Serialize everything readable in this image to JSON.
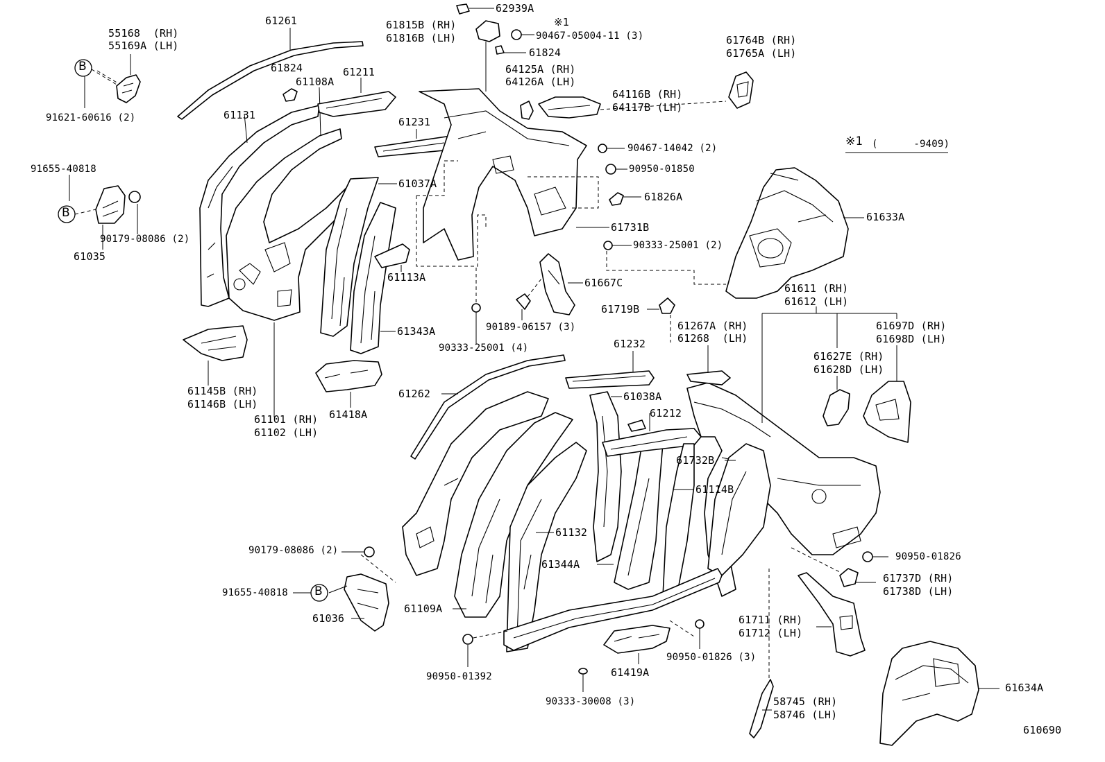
{
  "footnote": {
    "marker": "※1",
    "range": "(      -9409)"
  },
  "figure_id": "610690",
  "callout_letter": "B",
  "labels": {
    "l61261": "61261",
    "l55168": "55168  (RH)",
    "l55169a": "55169A (LH)",
    "l91621": "91621-60616 (2)",
    "l61824a": "61824",
    "l61108a": "61108A",
    "l61211": "61211",
    "l61131": "61131",
    "l91655a": "91655-40818",
    "l90179a": "90179-08086 (2)",
    "l61035": "61035",
    "l62939a": "62939A",
    "l61815b": "61815B (RH)",
    "l61816b": "61816B (LH)",
    "lmark": "※1",
    "l90467a": "90467-05004-11 (3)",
    "l61824b": "61824",
    "l64125a": "64125A (RH)",
    "l64126a": "64126A (LH)",
    "l64116b": "64116B (RH)",
    "l64117b": "64117B (LH)",
    "l61764b": "61764B (RH)",
    "l61765a": "61765A (LH)",
    "l61231": "61231",
    "l61037a": "61037A",
    "l90467b": "90467-14042 (2)",
    "l90950a": "90950-01850",
    "l61826a": "61826A",
    "l61633a": "61633A",
    "l61731b": "61731B",
    "l90333a": "90333-25001 (2)",
    "l61113a": "61113A",
    "l61667c": "61667C",
    "l61611": "61611 (RH)",
    "l61612": "61612 (LH)",
    "l61719b": "61719B",
    "l61343a": "61343A",
    "l90189": "90189-06157 (3)",
    "l90333b": "90333-25001 (4)",
    "l61267a": "61267A (RH)",
    "l61268": "61268  (LH)",
    "l61697d": "61697D (RH)",
    "l61698d": "61698D (LH)",
    "l61145b": "61145B (RH)",
    "l61146b": "61146B (LH)",
    "l61232": "61232",
    "l61627e": "61627E (RH)",
    "l61628d": "61628D (LH)",
    "l61262": "61262",
    "l61038a": "61038A",
    "l61418a": "61418A",
    "l61101": "61101 (RH)",
    "l61102": "61102 (LH)",
    "l61212": "61212",
    "l61732b": "61732B",
    "l61114b": "61114B",
    "l61132": "61132",
    "l90179b": "90179-08086 (2)",
    "l90950b": "90950-01826",
    "l61344a": "61344A",
    "l61737d": "61737D (RH)",
    "l61738d": "61738D (LH)",
    "l91655b": "91655-40818",
    "l61036": "61036",
    "l61109a": "61109A",
    "l61711": "61711 (RH)",
    "l61712": "61712 (LH)",
    "l90950c": "90950-01826 (3)",
    "l90950d": "90950-01392",
    "l61419a": "61419A",
    "l90333c": "90333-30008 (3)",
    "l58745": "58745 (RH)",
    "l58746": "58746 (LH)",
    "l61634a": "61634A"
  }
}
